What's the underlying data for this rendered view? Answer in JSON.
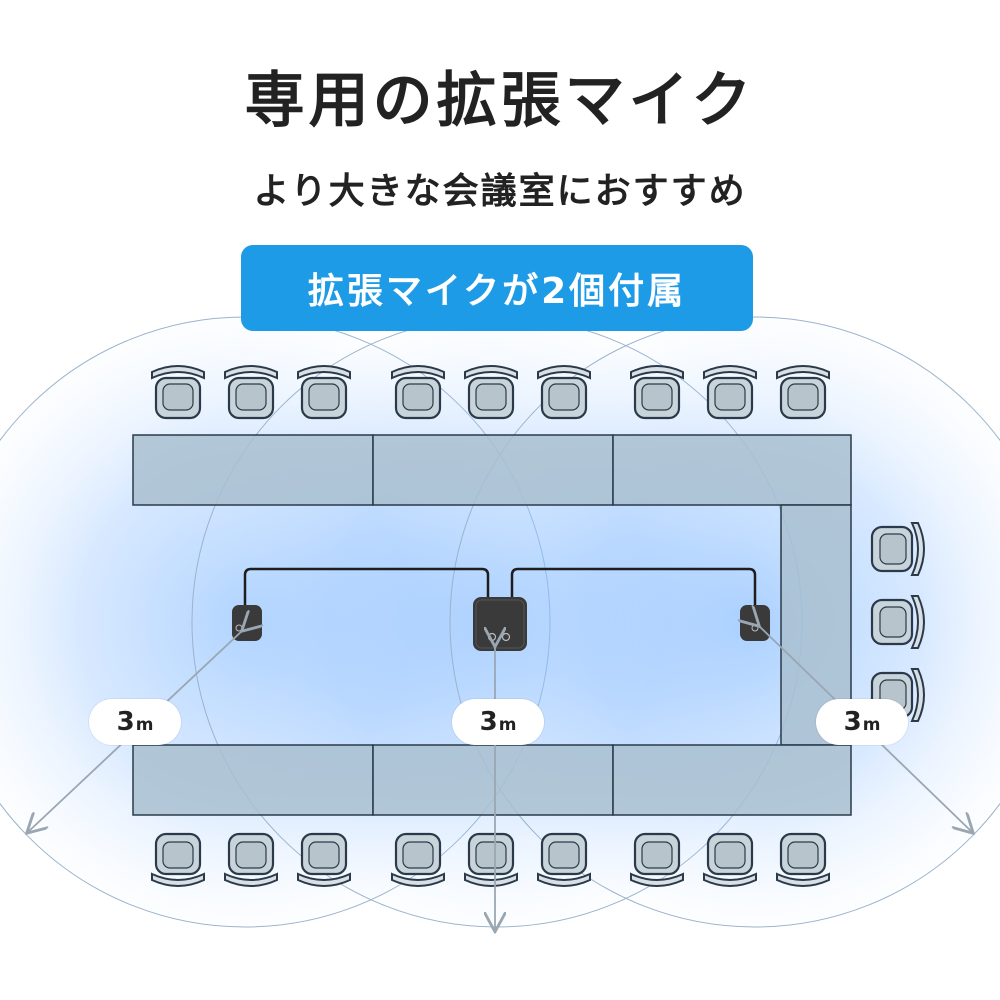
{
  "title": "専用の拡張マイク",
  "subtitle": "より大きな会議室におすすめ",
  "badge": {
    "text": "拡張マイクが2個付属",
    "color": "#1e9be6"
  },
  "distances": [
    {
      "value": "3",
      "unit": "m"
    },
    {
      "value": "3",
      "unit": "m"
    },
    {
      "value": "3",
      "unit": "m"
    }
  ],
  "colors": {
    "coverage": "#9cc9ff",
    "table_fill": "#a9bfd0",
    "table_stroke": "#2b3a4a",
    "chair_fill": "#c9d3da",
    "device": "#3a3a3a",
    "cable": "#1e1e1e",
    "arrow": "#9aa7b2"
  },
  "icons": {
    "chairs": "chair-icon",
    "center_device": "speakerphone-icon",
    "extension_mics": "extension-mic-icon"
  }
}
